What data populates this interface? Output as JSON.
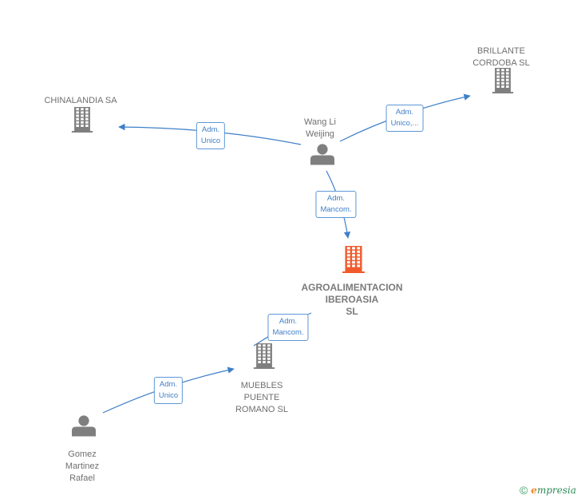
{
  "colors": {
    "company": "#7f7f7f",
    "company_highlight": "#f15a2b",
    "person": "#7f7f7f",
    "edge": "#3f7fc8",
    "edge_label_border": "#5d97d6"
  },
  "nodes": [
    {
      "id": "brillante",
      "type": "company",
      "label": "BRILLANTE\nCORDOBA  SL",
      "icon": "building-icon"
    },
    {
      "id": "chinalandia",
      "type": "company",
      "label": "CHINALANDIA SA",
      "icon": "building-icon"
    },
    {
      "id": "wangli",
      "type": "person",
      "label": "Wang Li\nWeijing",
      "icon": "person-icon"
    },
    {
      "id": "agro",
      "type": "company",
      "highlight": true,
      "label": "AGROALIMENTACION\nIBEROASIA\nSL",
      "icon": "building-icon"
    },
    {
      "id": "muebles",
      "type": "company",
      "label": "MUEBLES\nPUENTE\nROMANO  SL",
      "icon": "building-icon"
    },
    {
      "id": "gomez",
      "type": "person",
      "label": "Gomez\nMartinez\nRafael",
      "icon": "person-icon"
    }
  ],
  "edges": [
    {
      "from": "wangli",
      "to": "chinalandia",
      "label": "Adm.\nUnico"
    },
    {
      "from": "wangli",
      "to": "brillante",
      "label": "Adm.\nUnico,..."
    },
    {
      "from": "wangli",
      "to": "agro",
      "label": "Adm.\nMancom."
    },
    {
      "from": "muebles",
      "to": "agro",
      "label": "Adm.\nMancom."
    },
    {
      "from": "gomez",
      "to": "muebles",
      "label": "Adm.\nUnico"
    }
  ],
  "footer": {
    "copyright_symbol": "©",
    "brand_initial": "e",
    "brand_rest": "mpresia"
  }
}
